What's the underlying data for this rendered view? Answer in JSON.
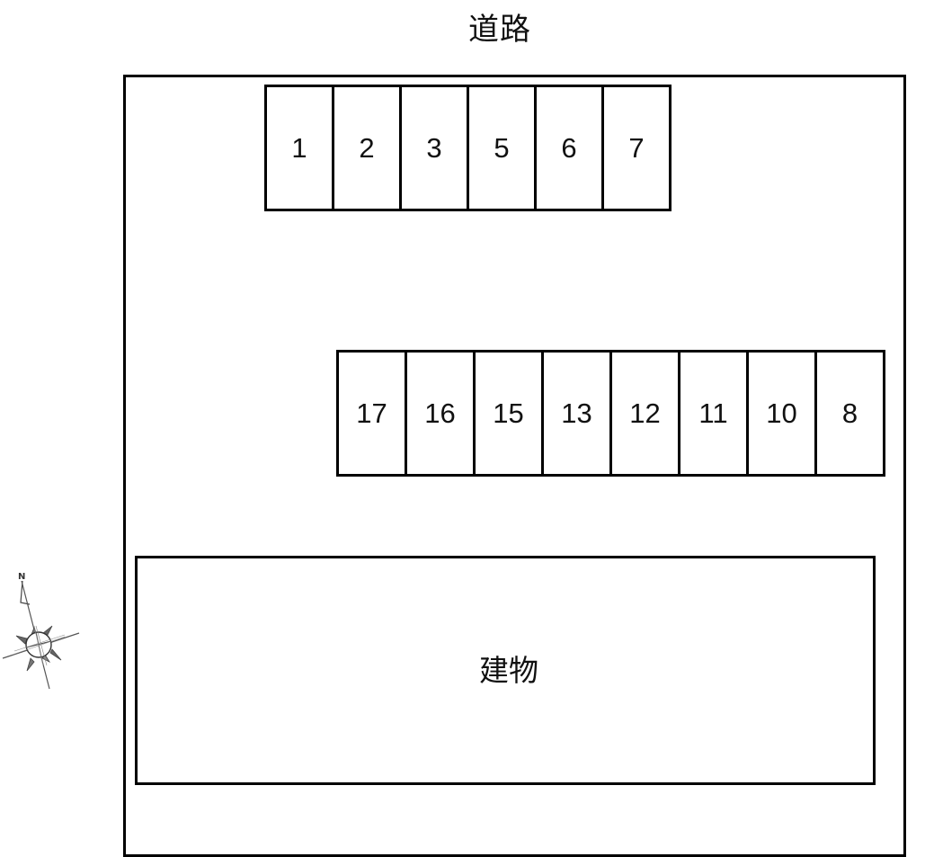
{
  "road": {
    "label": "道路"
  },
  "parking": {
    "top_row": [
      {
        "number": "1"
      },
      {
        "number": "2"
      },
      {
        "number": "3"
      },
      {
        "number": "5"
      },
      {
        "number": "6"
      },
      {
        "number": "7"
      }
    ],
    "middle_row": [
      {
        "number": "17"
      },
      {
        "number": "16"
      },
      {
        "number": "15"
      },
      {
        "number": "13"
      },
      {
        "number": "12"
      },
      {
        "number": "11"
      },
      {
        "number": "10"
      },
      {
        "number": "8"
      }
    ]
  },
  "building": {
    "label": "建物"
  },
  "compass": {
    "north_label": "N",
    "icon": "compass-rose-icon"
  },
  "colors": {
    "line": "#000000",
    "background": "#ffffff",
    "compass_fill": "#555555"
  }
}
